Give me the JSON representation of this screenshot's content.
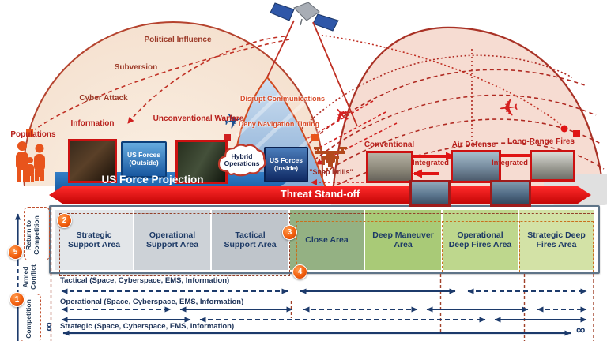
{
  "diagram": {
    "env_labels": {
      "political_influence": "Political Influence",
      "subversion": "Subversion",
      "cyber_attack": "Cyber Attack",
      "information": "Information",
      "unconventional_warfare": "Unconventional Warfare",
      "populations": "Populations",
      "disrupt_communications": "Disrupt Communications",
      "deny_navigation_timing": "Deny Navigation Timing",
      "snap_drills": "\"Snap Drills\"",
      "conventional": "Conventional",
      "air_defense": "Air Defense",
      "long_range_fires": "Long-Range Fires",
      "integrated_left": "Integrated",
      "integrated_right": "Integrated",
      "hybrid_operations": "Hybrid Operations",
      "us_forces_outside": "US Forces (Outside)",
      "us_forces_inside": "US Forces (Inside)"
    },
    "bands": {
      "us_force_projection": "US Force Projection",
      "threat_standoff": "Threat Stand-off"
    },
    "areas": [
      {
        "label": "Strategic Support Area",
        "color": "#e3e6e9"
      },
      {
        "label": "Operational Support Area",
        "color": "#cdd2d7"
      },
      {
        "label": "Tactical Support Area",
        "color": "#bfc5cb"
      },
      {
        "label": "Close Area",
        "color": "#94b183"
      },
      {
        "label": "Deep Maneuver Area",
        "color": "#a9ca77"
      },
      {
        "label": "Operational Deep Fires Area",
        "color": "#bed78d"
      },
      {
        "label": "Strategic Deep Fires Area",
        "color": "#d3e2a6"
      }
    ],
    "level_rows": [
      {
        "label": "Tactical (Space, Cyberspace, EMS, Information)"
      },
      {
        "label": "Operational (Space, Cyberspace, EMS, Information)"
      },
      {
        "label": "Strategic (Space, Cyberspace, EMS, Information)"
      }
    ],
    "phases": {
      "return_to_competition": "Return to Competition",
      "armed_conflict": "Armed Conflict",
      "competition": "Competition"
    },
    "callouts": [
      "1",
      "2",
      "3",
      "4",
      "5"
    ],
    "infinity": "∞",
    "colors": {
      "threat_band": "#e01b24",
      "projection_band": "#1a6ab8",
      "dome_outline": "#a93226",
      "arrow_navy": "#1c3a6b",
      "callout_orange": "#f2600f"
    }
  }
}
